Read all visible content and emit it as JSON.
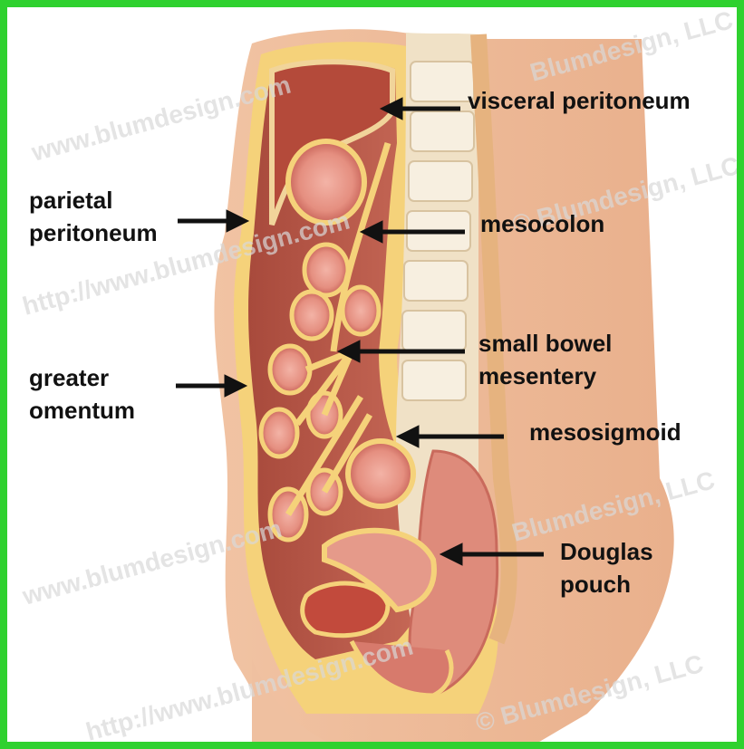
{
  "labels": {
    "visceral_peritoneum": "visceral peritoneum",
    "parietal_peritoneum_line1": "parietal",
    "parietal_peritoneum_line2": "peritoneum",
    "mesocolon": "mesocolon",
    "small_bowel_line1": "small bowel",
    "small_bowel_line2": "mesentery",
    "greater_omentum_line1": "greater",
    "greater_omentum_line2": "omentum",
    "mesosigmoid": "mesosigmoid",
    "douglas_line1": "Douglas",
    "douglas_line2": "pouch"
  },
  "watermarks": [
    "Blumdesign, LLC",
    "www.blumdesign.com",
    "© Blumdesign, LLC",
    "http://www.blumdesign.com"
  ],
  "colors": {
    "border": "#2fd12f",
    "arrow": "#111111",
    "label": "#111111"
  }
}
